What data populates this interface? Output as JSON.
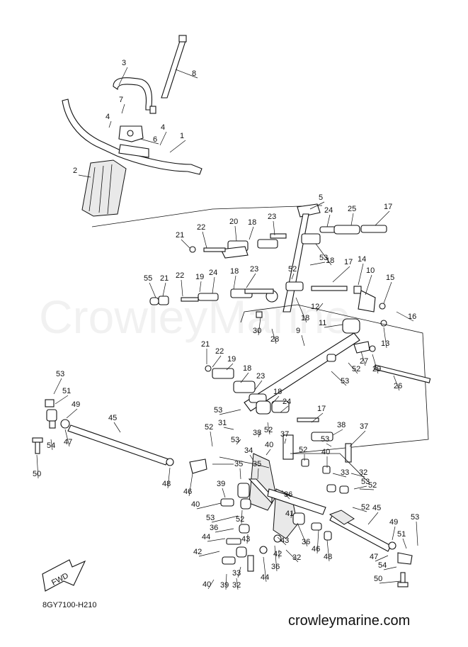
{
  "diagram": {
    "code": "8GY7100-H210",
    "site": "crowleymarine.com",
    "watermark": "CrowleyMarine",
    "fwd_label": "FWD",
    "callouts": [
      {
        "id": "c1",
        "label": "1"
      },
      {
        "id": "c2",
        "label": "2"
      },
      {
        "id": "c3",
        "label": "3"
      },
      {
        "id": "c4a",
        "label": "4"
      },
      {
        "id": "c4b",
        "label": "4"
      },
      {
        "id": "c5",
        "label": "5"
      },
      {
        "id": "c6",
        "label": "6"
      },
      {
        "id": "c7",
        "label": "7"
      },
      {
        "id": "c8",
        "label": "8"
      },
      {
        "id": "c9",
        "label": "9"
      },
      {
        "id": "c10",
        "label": "10"
      },
      {
        "id": "c11",
        "label": "11"
      },
      {
        "id": "c12",
        "label": "12"
      },
      {
        "id": "c13",
        "label": "13"
      },
      {
        "id": "c14",
        "label": "14"
      },
      {
        "id": "c15",
        "label": "15"
      },
      {
        "id": "c16",
        "label": "16"
      },
      {
        "id": "c17a",
        "label": "17"
      },
      {
        "id": "c17b",
        "label": "17"
      },
      {
        "id": "c17c",
        "label": "17"
      },
      {
        "id": "c18a",
        "label": "18"
      },
      {
        "id": "c18b",
        "label": "18"
      },
      {
        "id": "c18c",
        "label": "18"
      },
      {
        "id": "c18d",
        "label": "18"
      },
      {
        "id": "c18e",
        "label": "18"
      },
      {
        "id": "c18f",
        "label": "18"
      },
      {
        "id": "c19a",
        "label": "19"
      },
      {
        "id": "c19b",
        "label": "19"
      },
      {
        "id": "c20",
        "label": "20"
      },
      {
        "id": "c21a",
        "label": "21"
      },
      {
        "id": "c21b",
        "label": "21"
      },
      {
        "id": "c21c",
        "label": "21"
      },
      {
        "id": "c22a",
        "label": "22"
      },
      {
        "id": "c22b",
        "label": "22"
      },
      {
        "id": "c22c",
        "label": "22"
      },
      {
        "id": "c23a",
        "label": "23"
      },
      {
        "id": "c23b",
        "label": "23"
      },
      {
        "id": "c23c",
        "label": "23"
      },
      {
        "id": "c24a",
        "label": "24"
      },
      {
        "id": "c24b",
        "label": "24"
      },
      {
        "id": "c24c",
        "label": "24"
      },
      {
        "id": "c25",
        "label": "25"
      },
      {
        "id": "c26",
        "label": "26"
      },
      {
        "id": "c27",
        "label": "27"
      },
      {
        "id": "c28",
        "label": "28"
      },
      {
        "id": "c29",
        "label": "29"
      },
      {
        "id": "c30",
        "label": "30"
      },
      {
        "id": "c31",
        "label": "31"
      },
      {
        "id": "c32a",
        "label": "32"
      },
      {
        "id": "c32b",
        "label": "32"
      },
      {
        "id": "c32c",
        "label": "32"
      },
      {
        "id": "c33a",
        "label": "33"
      },
      {
        "id": "c33b",
        "label": "33"
      },
      {
        "id": "c34",
        "label": "34"
      },
      {
        "id": "c35a",
        "label": "35"
      },
      {
        "id": "c35b",
        "label": "35"
      },
      {
        "id": "c36a",
        "label": "36"
      },
      {
        "id": "c36b",
        "label": "36"
      },
      {
        "id": "c36c",
        "label": "36"
      },
      {
        "id": "c36d",
        "label": "36"
      },
      {
        "id": "c36e",
        "label": "36"
      },
      {
        "id": "c37a",
        "label": "37"
      },
      {
        "id": "c37b",
        "label": "37"
      },
      {
        "id": "c38a",
        "label": "38"
      },
      {
        "id": "c38b",
        "label": "38"
      },
      {
        "id": "c39a",
        "label": "39"
      },
      {
        "id": "c39b",
        "label": "39"
      },
      {
        "id": "c40a",
        "label": "40"
      },
      {
        "id": "c40b",
        "label": "40"
      },
      {
        "id": "c40c",
        "label": "40"
      },
      {
        "id": "c40d",
        "label": "40"
      },
      {
        "id": "c41",
        "label": "41"
      },
      {
        "id": "c42a",
        "label": "42"
      },
      {
        "id": "c42b",
        "label": "42"
      },
      {
        "id": "c43a",
        "label": "43"
      },
      {
        "id": "c43b",
        "label": "43"
      },
      {
        "id": "c44a",
        "label": "44"
      },
      {
        "id": "c44b",
        "label": "44"
      },
      {
        "id": "c45a",
        "label": "45"
      },
      {
        "id": "c45b",
        "label": "45"
      },
      {
        "id": "c46a",
        "label": "46"
      },
      {
        "id": "c46b",
        "label": "46"
      },
      {
        "id": "c47a",
        "label": "47"
      },
      {
        "id": "c47b",
        "label": "47"
      },
      {
        "id": "c48a",
        "label": "48"
      },
      {
        "id": "c48b",
        "label": "48"
      },
      {
        "id": "c49a",
        "label": "49"
      },
      {
        "id": "c49b",
        "label": "49"
      },
      {
        "id": "c50a",
        "label": "50"
      },
      {
        "id": "c50b",
        "label": "50"
      },
      {
        "id": "c51a",
        "label": "51"
      },
      {
        "id": "c51b",
        "label": "51"
      },
      {
        "id": "c52a",
        "label": "52"
      },
      {
        "id": "c52b",
        "label": "52"
      },
      {
        "id": "c52c",
        "label": "52"
      },
      {
        "id": "c52d",
        "label": "52"
      },
      {
        "id": "c52e",
        "label": "52"
      },
      {
        "id": "c52f",
        "label": "52"
      },
      {
        "id": "c52g",
        "label": "52"
      },
      {
        "id": "c52h",
        "label": "52"
      },
      {
        "id": "c53a",
        "label": "53"
      },
      {
        "id": "c53b",
        "label": "53"
      },
      {
        "id": "c53c",
        "label": "53"
      },
      {
        "id": "c53d",
        "label": "53"
      },
      {
        "id": "c53e",
        "label": "53"
      },
      {
        "id": "c53f",
        "label": "53"
      },
      {
        "id": "c53g",
        "label": "53"
      },
      {
        "id": "c53h",
        "label": "53"
      },
      {
        "id": "c53i",
        "label": "53"
      },
      {
        "id": "c54a",
        "label": "54"
      },
      {
        "id": "c54b",
        "label": "54"
      },
      {
        "id": "c55",
        "label": "55"
      }
    ]
  }
}
